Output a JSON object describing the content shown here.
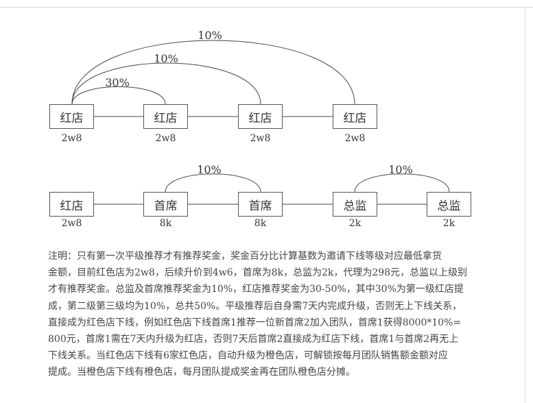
{
  "row1": {
    "nodes": [
      {
        "label": "红店",
        "value": "2w8"
      },
      {
        "label": "红店",
        "value": "2w8"
      },
      {
        "label": "红店",
        "value": "2w8"
      },
      {
        "label": "红店",
        "value": "2w8"
      }
    ],
    "arcs": [
      {
        "from": 0,
        "to": 1,
        "label": "30%"
      },
      {
        "from": 0,
        "to": 2,
        "label": "10%"
      },
      {
        "from": 0,
        "to": 3,
        "label": "10%"
      }
    ]
  },
  "row2": {
    "nodes": [
      {
        "label": "红店",
        "value": "2w8"
      },
      {
        "label": "首席",
        "value": "8k"
      },
      {
        "label": "首席",
        "value": "8k"
      },
      {
        "label": "总监",
        "value": "2k"
      },
      {
        "label": "总监",
        "value": "2k"
      }
    ],
    "arcs": [
      {
        "from": 1,
        "to": 2,
        "label": "10%"
      },
      {
        "from": 3,
        "to": 4,
        "label": "10%"
      }
    ]
  },
  "note": {
    "lines": [
      "注明：只有第一次平级推荐才有推荐奖金，奖金百分比计算基数为邀请下线等级对应最低拿货",
      "金额，目前红色店为2w8，后续升价到4w6，首席为8k，总监为2k，代理为298元，总监以上级别",
      "才有推荐奖金。总监及首席推荐奖金为10%，红店推荐奖金为30-50%，其中30%为第一级红店提",
      "成，第二级第三级均为10%，总共50%。平级推荐后自身需7天内完成升级，否则无上下线关系，",
      "直接成为红色店下线，例如红色店下线首席1推荐一位新首席2加入团队，首席1获得8000*10%=",
      "800元，首席1需在7天内升级为红店，否则7天后首席2直接成为红店下线，首席1与首席2再无上",
      "下线关系。当红色店下线有6家红色店，自动升级为橙色店，可解锁按每月团队销售额金额对应",
      "提成。当橙色店下线有橙色店，每月团队提成奖金再在团队橙色店分摊。"
    ]
  }
}
